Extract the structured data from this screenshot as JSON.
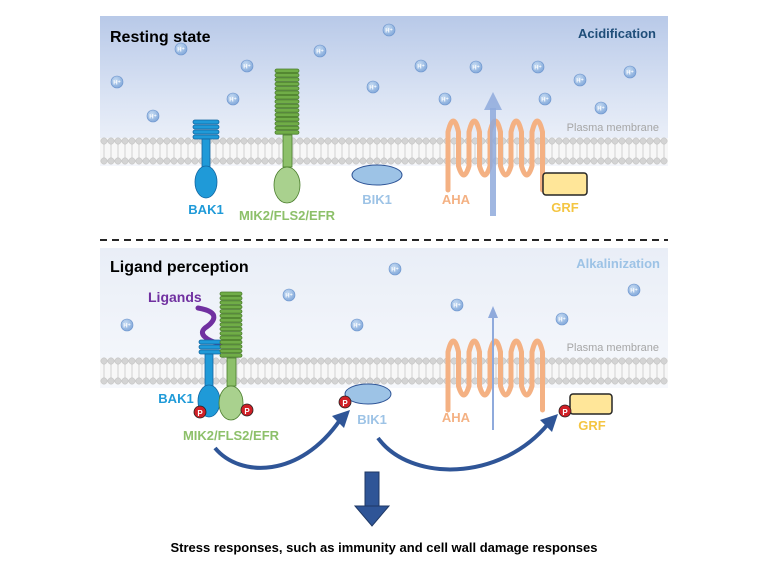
{
  "panels": {
    "resting": {
      "title": "Resting state",
      "ph_label": "Acidification",
      "membrane_label": "Plasma membrane",
      "proteins": {
        "bak1": "BAK1",
        "receptor": "MIK2/FLS2/EFR",
        "bik1": "BIK1",
        "aha": "AHA",
        "grf": "GRF"
      },
      "proton": "H⁺"
    },
    "ligand": {
      "title": "Ligand perception",
      "ph_label": "Alkalinization",
      "membrane_label": "Plasma membrane",
      "ligands": "Ligands",
      "proteins": {
        "bak1": "BAK1",
        "receptor": "MIK2/FLS2/EFR",
        "bik1": "BIK1",
        "aha": "AHA",
        "grf": "GRF"
      },
      "proton": "H⁺",
      "phospho": "P"
    }
  },
  "footer": {
    "caption": "Stress responses, such as immunity and cell wall damage responses"
  },
  "colors": {
    "bak1": "#1f9ad8",
    "receptor": "#8dc06a",
    "bik1": "#8db6e3",
    "aha": "#f2a676",
    "grf": "#f7d768",
    "arrow": "#2f5597",
    "ligand": "#7030a0",
    "phospho": "#d01f26",
    "title_resting_ph": "#1f4e79",
    "title_ligand_ph": "#9dc3e6"
  }
}
